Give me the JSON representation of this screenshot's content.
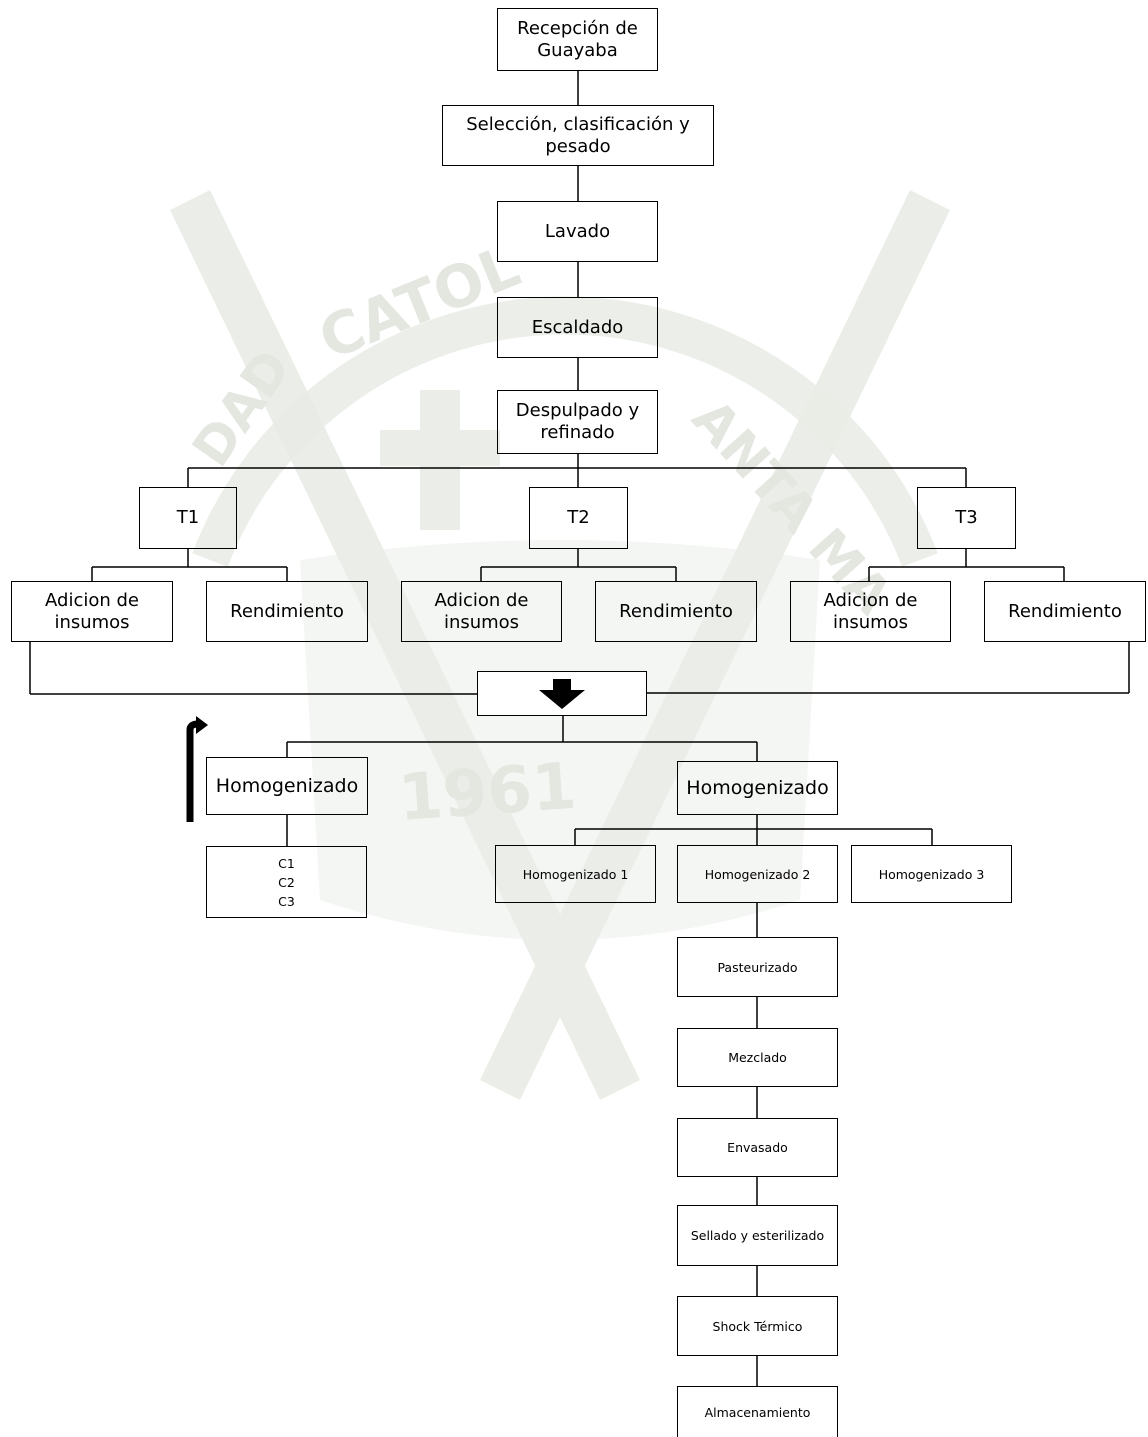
{
  "diagram": {
    "main_chain": [
      "Recepción de Guayaba",
      "Selección, clasificación y pesado",
      "Lavado",
      "Escaldado",
      "Despulpado y refinado"
    ],
    "treatments": [
      "T1",
      "T2",
      "T3"
    ],
    "treatment_children": [
      "Adicion de insumos",
      "Rendimiento"
    ],
    "homog_left": "Homogenizado",
    "homog_left_children": [
      "C1",
      "C2",
      "C3"
    ],
    "homog_right": "Homogenizado",
    "homog_variants": [
      "Homogenizado 1",
      "Homogenizado 2",
      "Homogenizado 3"
    ],
    "final_chain": [
      "Pasteurizado",
      "Mezclado",
      "Envasado",
      "Sellado y esterilizado",
      "Shock Térmico",
      "Almacenamiento"
    ],
    "watermark_text": [
      "CATOL",
      "ANTA MA",
      "1961",
      "DAD"
    ]
  }
}
